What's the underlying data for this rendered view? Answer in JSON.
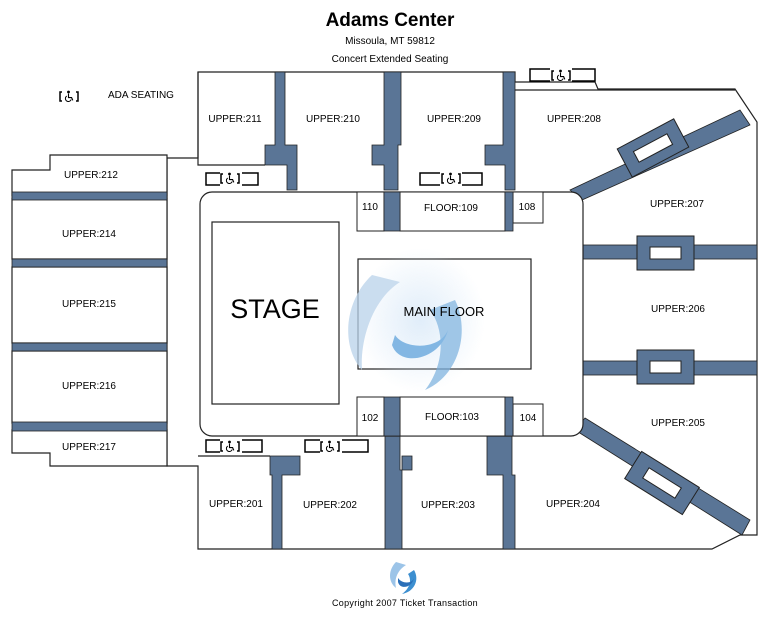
{
  "header": {
    "venue": "Adams Center",
    "location": "Missoula, MT 59812",
    "configuration": "Concert Extended Seating"
  },
  "legend": {
    "ada_label": "ADA SEATING"
  },
  "sections": {
    "upper_211": "UPPER:211",
    "upper_210": "UPPER:210",
    "upper_209": "UPPER:209",
    "upper_208": "UPPER:208",
    "upper_207": "UPPER:207",
    "upper_206": "UPPER:206",
    "upper_205": "UPPER:205",
    "upper_204": "UPPER:204",
    "upper_203": "UPPER:203",
    "upper_202": "UPPER:202",
    "upper_201": "UPPER:201",
    "upper_212": "UPPER:212",
    "upper_214": "UPPER:214",
    "upper_215": "UPPER:215",
    "upper_216": "UPPER:216",
    "upper_217": "UPPER:217",
    "floor_110": "110",
    "floor_109": "FLOOR:109",
    "floor_108": "108",
    "floor_102": "102",
    "floor_103": "FLOOR:103",
    "floor_104": "104",
    "stage": "STAGE",
    "main_floor": "MAIN FLOOR"
  },
  "footer": {
    "copyright": "Copyright 2007  Ticket Transaction"
  },
  "colors": {
    "aisle": "#5a7596",
    "outline": "#222222",
    "accent_blue": "#3d8fd0"
  }
}
